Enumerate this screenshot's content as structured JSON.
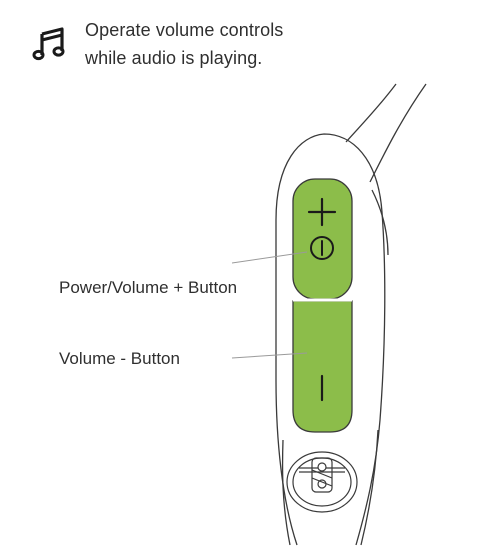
{
  "instruction": {
    "icon": "music-note-icon",
    "line1": "Operate volume controls",
    "line2": "while audio is playing."
  },
  "callouts": {
    "power_volume_up": "Power/Volume + Button",
    "volume_down": "Volume - Button"
  },
  "button_symbols": {
    "plus": "+",
    "power": "⏻",
    "minus": "|"
  },
  "colors": {
    "button_green": "#8cbd4a",
    "outline": "#3a3a3a",
    "leader_line": "#9a9a9a"
  }
}
